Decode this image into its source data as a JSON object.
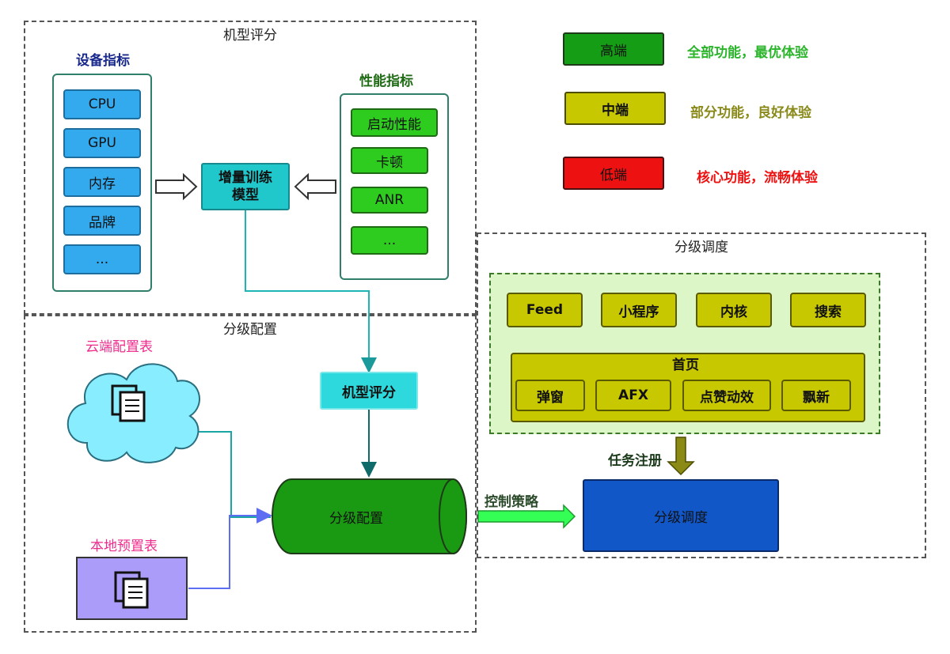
{
  "model_score": {
    "title": "机型评分",
    "device_heading": "设备指标",
    "device_items": [
      "CPU",
      "GPU",
      "内存",
      "品牌",
      "..."
    ],
    "perf_heading": "性能指标",
    "perf_items": [
      "启动性能",
      "卡顿",
      "ANR",
      "..."
    ],
    "model_label": "增量训练\n模型"
  },
  "legend": [
    {
      "tier": "高端",
      "desc": "全部功能，最优体验",
      "box_color": "#159e15",
      "text_color": "#2bb52b"
    },
    {
      "tier": "中端",
      "desc": "部分功能，良好体验",
      "box_color": "#c8c800",
      "text_color": "#8a8a1a"
    },
    {
      "tier": "低端",
      "desc": "核心功能，流畅体验",
      "box_color": "#ee1111",
      "text_color": "#ee1111"
    }
  ],
  "config": {
    "title": "分级配置",
    "cloud_label": "云端配置表",
    "local_label": "本地预置表",
    "score_box": "机型评分",
    "cylinder_label": "分级配置"
  },
  "schedule": {
    "title": "分级调度",
    "tasks_row": [
      "Feed",
      "小程序",
      "内核",
      "搜索"
    ],
    "home_title": "首页",
    "home_items": [
      "弹窗",
      "AFX",
      "点赞动效",
      "飘新"
    ],
    "register_label": "任务注册",
    "control_label": "控制策略",
    "scheduler_label": "分级调度"
  }
}
